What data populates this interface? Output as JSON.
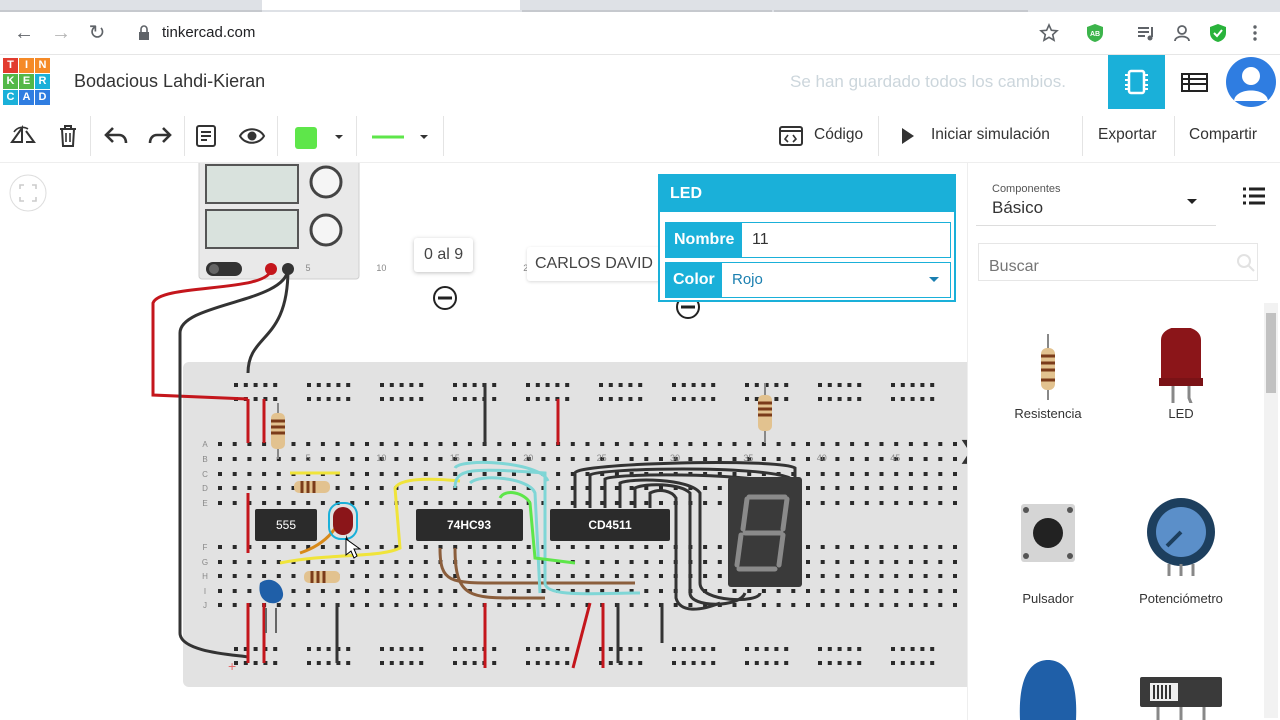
{
  "browser": {
    "url": "tinkercad.com",
    "nav": {
      "back": "back-arrow",
      "forward": "forward-arrow",
      "reload": "reload"
    },
    "extensions": [
      "star",
      "AB",
      "queue-music",
      "profile",
      "shield",
      "more"
    ]
  },
  "app": {
    "logo_letters": [
      "T",
      "I",
      "N",
      "K",
      "E",
      "R",
      "C",
      "A",
      "D"
    ],
    "logo_colors": [
      "#e23b2e",
      "#f58a27",
      "#f58a27",
      "#53b848",
      "#53b848",
      "#1ab0d9",
      "#1ab0d9",
      "#2f7de1",
      "#2f7de1"
    ],
    "project_name": "Bodacious Lahdi-Kieran",
    "save_status": "Se han guardado todos los cambios.",
    "accent": "#1ab0d9"
  },
  "toolbar": {
    "code_label": "Código",
    "simulate_label": "Iniciar simulación",
    "export_label": "Exportar",
    "share_label": "Compartir",
    "fill_color": "#5ee64a",
    "wire_color": "#5ee64a"
  },
  "canvas": {
    "tooltip_label": "0 al 9",
    "text_label": "CARLOS DAVID",
    "chips": [
      "555",
      "74HC93",
      "CD4511"
    ],
    "breadboard_numbers": [
      "5",
      "10",
      "15",
      "20",
      "25",
      "30",
      "35",
      "40",
      "45"
    ],
    "row_letters_top": [
      "A",
      "B",
      "C",
      "D",
      "E"
    ],
    "row_letters_bottom": [
      "F",
      "G",
      "H",
      "I",
      "J"
    ],
    "power_label": "+"
  },
  "inspector": {
    "title": "LED",
    "name_label": "Nombre",
    "name_value": "11",
    "color_label": "Color",
    "color_value": "Rojo"
  },
  "components": {
    "category_label": "Componentes",
    "category_value": "Básico",
    "search_placeholder": "Buscar",
    "items": [
      {
        "label": "Resistencia",
        "icon": "resistor"
      },
      {
        "label": "LED",
        "icon": "led"
      },
      {
        "label": "Pulsador",
        "icon": "pushbutton"
      },
      {
        "label": "Potenciómetro",
        "icon": "potentiometer"
      }
    ]
  }
}
